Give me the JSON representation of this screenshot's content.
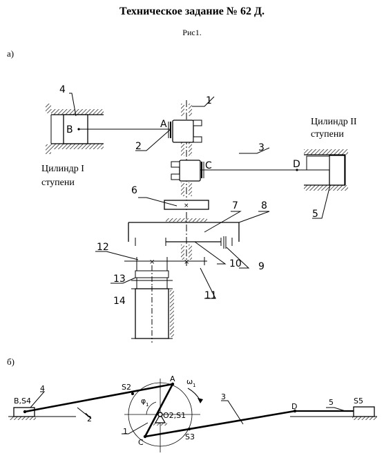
{
  "header": {
    "title": "Техническое задание  № 62 Д.",
    "figure": "Рис1."
  },
  "sections": {
    "a": "а)",
    "b": "б)"
  },
  "cylinders": {
    "first_line1": "Цилиндр I",
    "first_line2": "ступени",
    "second_line1": "Цилиндр II",
    "second_line2": "ступени"
  },
  "part_numbers": [
    "1",
    "2",
    "3",
    "4",
    "5",
    "6",
    "7",
    "8",
    "9",
    "10",
    "11",
    "12",
    "13",
    "14"
  ],
  "points_a": {
    "A": "A",
    "B": "B",
    "C": "C",
    "D": "D"
  },
  "points_b": {
    "BS4": "B,S4",
    "S2": "S2",
    "A": "A",
    "omega": "ω",
    "omega_sub": "1",
    "phi": "φ",
    "phi_sub": "1",
    "O2S1": "O2,S1",
    "C": "C",
    "S3": "S3",
    "D": "D",
    "S5": "S5"
  },
  "scheme_numbers": [
    "4",
    "2",
    "3",
    "5",
    "1"
  ]
}
